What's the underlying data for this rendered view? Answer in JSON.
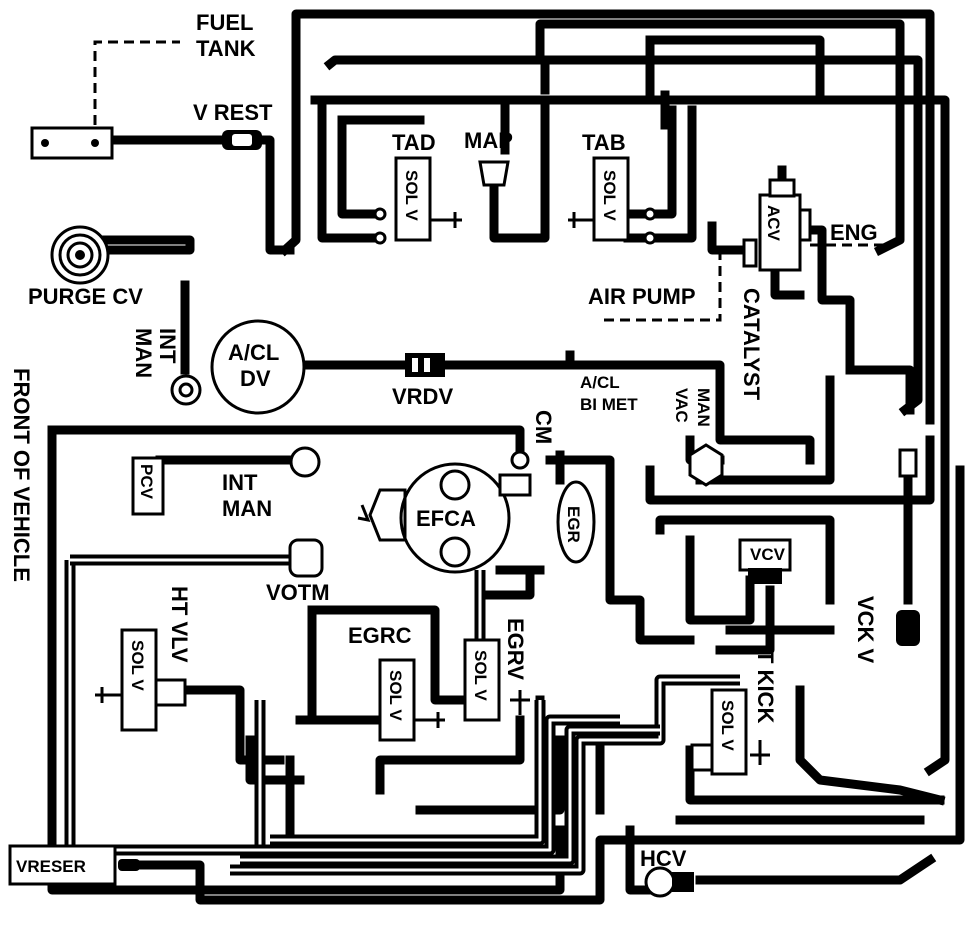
{
  "labels": {
    "fuel_tank_1": "FUEL",
    "fuel_tank_2": "TANK",
    "v_rest": "V REST",
    "purge_cv": "PURGE CV",
    "int_man_left_1": "INT",
    "int_man_left_2": "MAN",
    "front_of_vehicle": "FRONT  OF VEHICLE",
    "tad": "TAD",
    "map": "MAP",
    "tab": "TAB",
    "eng": "ENG",
    "air_pump": "AIR PUMP",
    "catalyst": "CATALYST",
    "acl_dv_1": "A/CL",
    "acl_dv_2": "DV",
    "vrdv": "VRDV",
    "acl_bimet_1": "A/CL",
    "acl_bimet_2": "BI MET",
    "man_vac_1": "MAN",
    "man_vac_2": "VAC",
    "cm": "CM",
    "pcv": "PCV",
    "int_man_mid_1": "INT",
    "int_man_mid_2": "MAN",
    "efca": "EFCA",
    "egr": "EGR",
    "votm": "VOTM",
    "ht_vlv": "HT VLV",
    "egrc": "EGRC",
    "egrv": "EGRV",
    "vcv": "VCV",
    "vck_v": "VCK V",
    "t_kick": "T  KICK",
    "hcv": "HCV",
    "vreser": "VRESER",
    "acv": "ACV",
    "sol_v": "SOL V"
  }
}
